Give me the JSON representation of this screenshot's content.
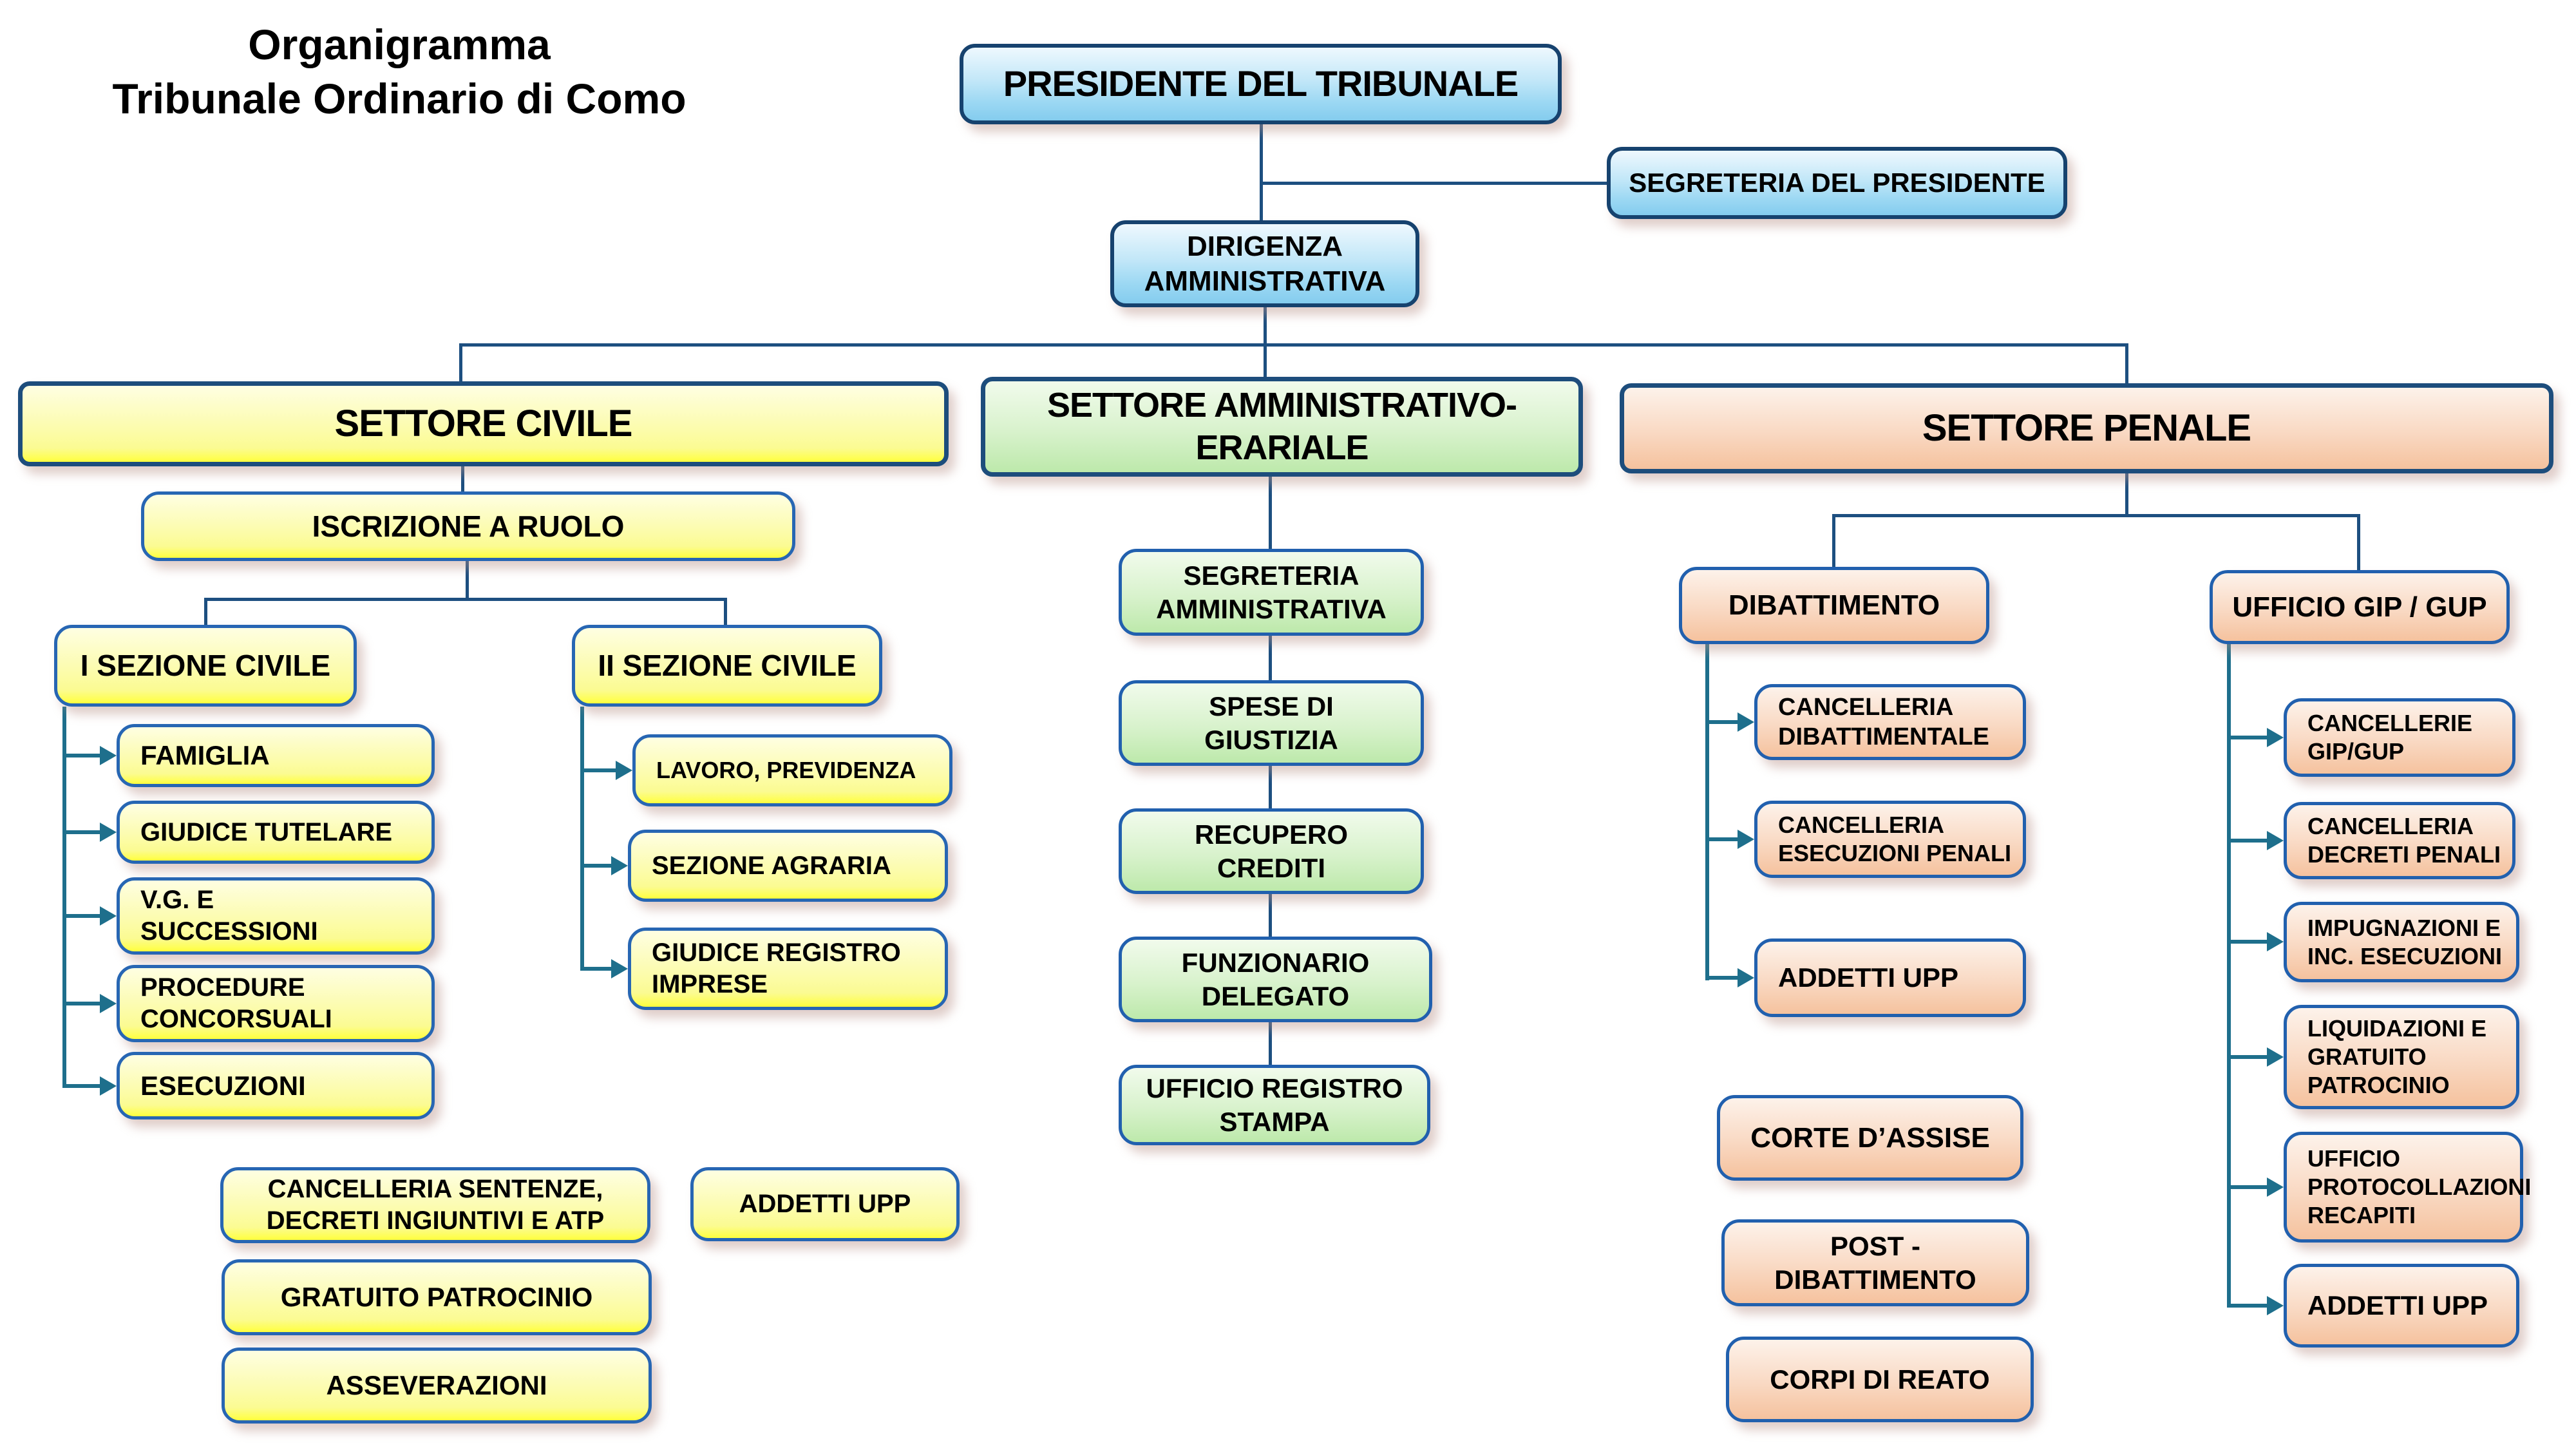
{
  "title": {
    "line1": "Organigramma",
    "line2": "Tribunale Ordinario di Como"
  },
  "colors": {
    "connector_navy": "#1d4f80",
    "arrow_teal": "#1e6f8c",
    "blue_fill": "#9cd8f3",
    "yellow_fill": "#fcfc9c",
    "green_fill": "#cdeec0",
    "peach_fill": "#f8d3ba",
    "border_navy": "#16426e",
    "border_blue": "#2766b3"
  },
  "nodes": {
    "presidente": {
      "label": "PRESIDENTE DEL TRIBUNALE"
    },
    "segreteria_presidente": {
      "label": "SEGRETERIA DEL PRESIDENTE"
    },
    "dirigenza": {
      "label": "DIRIGENZA\nAMMINISTRATIVA"
    },
    "settore_civile": {
      "label": "SETTORE CIVILE"
    },
    "settore_amministrativo": {
      "label": "SETTORE AMMINISTRATIVO-\nERARIALE"
    },
    "settore_penale": {
      "label": "SETTORE PENALE"
    },
    "iscrizione_ruolo": {
      "label": "ISCRIZIONE A RUOLO"
    },
    "sezione1": {
      "label": "I SEZIONE CIVILE"
    },
    "sezione2": {
      "label": "II SEZIONE CIVILE"
    },
    "famiglia": {
      "label": "FAMIGLIA"
    },
    "giudice_tutelare": {
      "label": "GIUDICE TUTELARE"
    },
    "vg_successioni": {
      "label": "V.G. E\nSUCCESSIONI"
    },
    "procedure_concorsuali": {
      "label": "PROCEDURE\nCONCORSUALI"
    },
    "esecuzioni": {
      "label": "ESECUZIONI"
    },
    "lavoro_previdenza": {
      "label": "LAVORO, PREVIDENZA"
    },
    "sezione_agraria": {
      "label": "SEZIONE AGRARIA"
    },
    "giudice_registro_imprese": {
      "label": "GIUDICE  REGISTRO\nIMPRESE"
    },
    "cancelleria_sentenze": {
      "label": "CANCELLERIA SENTENZE,\nDECRETI INGIUNTIVI E ATP"
    },
    "addetti_upp_civile": {
      "label": "ADDETTI UPP"
    },
    "gratuito_patrocinio": {
      "label": "GRATUITO PATROCINIO"
    },
    "asseverazioni": {
      "label": "ASSEVERAZIONI"
    },
    "segreteria_amministrativa": {
      "label": "SEGRETERIA\nAMMINISTRATIVA"
    },
    "spese_giustizia": {
      "label": "SPESE DI\nGIUSTIZIA"
    },
    "recupero_crediti": {
      "label": "RECUPERO\nCREDITI"
    },
    "funzionario_delegato": {
      "label": "FUNZIONARIO\nDELEGATO"
    },
    "ufficio_registro_stampa": {
      "label": "UFFICIO REGISTRO\nSTAMPA"
    },
    "dibattimento": {
      "label": "DIBATTIMENTO"
    },
    "ufficio_gip_gup": {
      "label": "UFFICIO GIP / GUP"
    },
    "cancelleria_dibattimentale": {
      "label": "CANCELLERIA\nDIBATTIMENTALE"
    },
    "cancelleria_esecuzioni_penali": {
      "label": "CANCELLERIA\nESECUZIONI PENALI"
    },
    "addetti_upp_dibattimento": {
      "label": "ADDETTI UPP"
    },
    "corte_assise": {
      "label": "CORTE D’ASSISE"
    },
    "post_dibattimento": {
      "label": "POST -\nDIBATTIMENTO"
    },
    "corpi_reato": {
      "label": "CORPI DI REATO"
    },
    "cancellerie_gip_gup": {
      "label": "CANCELLERIE\nGIP/GUP"
    },
    "cancelleria_decreti_penali": {
      "label": "CANCELLERIA\nDECRETI PENALI"
    },
    "impugnazioni": {
      "label": "IMPUGNAZIONI E\nINC. ESECUZIONI"
    },
    "liquidazioni": {
      "label": "LIQUIDAZIONI E\nGRATUITO\nPATROCINIO"
    },
    "ufficio_protocollazioni": {
      "label": "UFFICIO\nPROTOCOLLAZIONI\nRECAPITI"
    },
    "addetti_upp_gip": {
      "label": "ADDETTI UPP"
    }
  }
}
